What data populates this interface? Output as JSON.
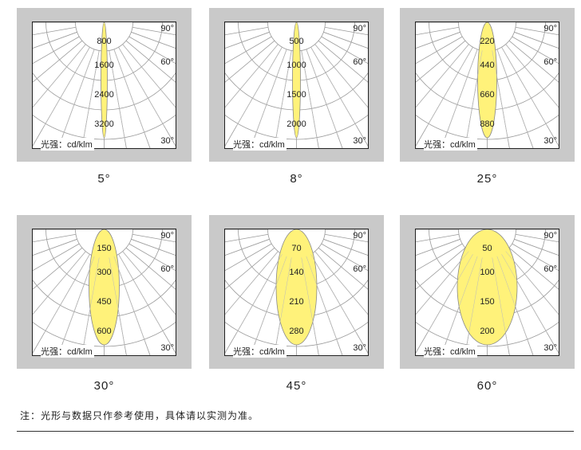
{
  "unit_label": "光强：cd/klm",
  "angle_labels": [
    "90°",
    "60°",
    "30°"
  ],
  "panels": [
    {
      "beam_angle": "5°",
      "rings": [
        "800",
        "1600",
        "2400",
        "3200"
      ]
    },
    {
      "beam_angle": "8°",
      "rings": [
        "500",
        "1000",
        "1500",
        "2000"
      ]
    },
    {
      "beam_angle": "25°",
      "rings": [
        "220",
        "440",
        "660",
        "880"
      ]
    },
    {
      "beam_angle": "30°",
      "rings": [
        "150",
        "300",
        "450",
        "600"
      ]
    },
    {
      "beam_angle": "45°",
      "rings": [
        "70",
        "140",
        "210",
        "280"
      ]
    },
    {
      "beam_angle": "60°",
      "rings": [
        "50",
        "100",
        "150",
        "200"
      ]
    }
  ],
  "note": "注：光形与数据只作参考使用，具体请以实测为准。",
  "colors": {
    "frame": "#c9c9c9",
    "beam": "#fff27a",
    "grid": "#9a9a9a"
  }
}
